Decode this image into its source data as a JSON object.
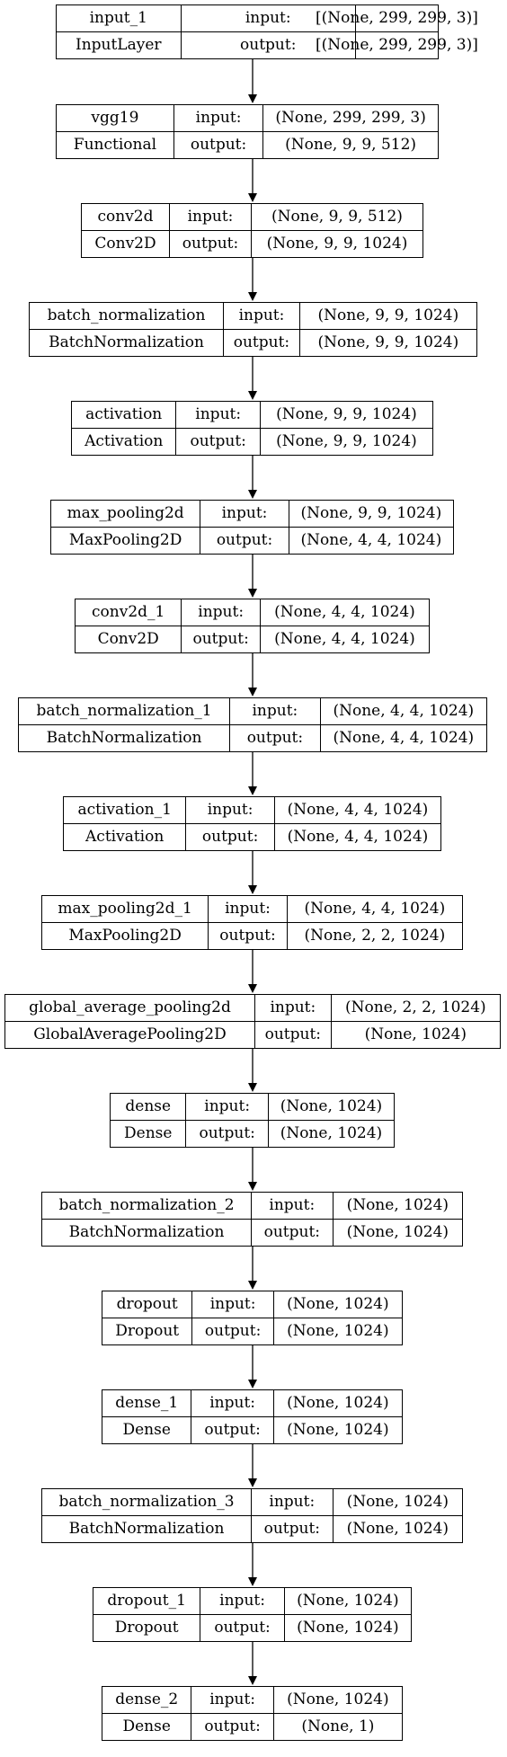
{
  "labels": {
    "input": "input:",
    "output": "output:"
  },
  "layers": [
    {
      "name": "input_1",
      "type": "InputLayer",
      "input": "[(None, 299, 299, 3)]",
      "output": "[(None, 299, 299, 3)]"
    },
    {
      "name": "vgg19",
      "type": "Functional",
      "input": "(None, 299, 299, 3)",
      "output": "(None, 9, 9, 512)"
    },
    {
      "name": "conv2d",
      "type": "Conv2D",
      "input": "(None, 9, 9, 512)",
      "output": "(None, 9, 9, 1024)"
    },
    {
      "name": "batch_normalization",
      "type": "BatchNormalization",
      "input": "(None, 9, 9, 1024)",
      "output": "(None, 9, 9, 1024)"
    },
    {
      "name": "activation",
      "type": "Activation",
      "input": "(None, 9, 9, 1024)",
      "output": "(None, 9, 9, 1024)"
    },
    {
      "name": "max_pooling2d",
      "type": "MaxPooling2D",
      "input": "(None, 9, 9, 1024)",
      "output": "(None, 4, 4, 1024)"
    },
    {
      "name": "conv2d_1",
      "type": "Conv2D",
      "input": "(None, 4, 4, 1024)",
      "output": "(None, 4, 4, 1024)"
    },
    {
      "name": "batch_normalization_1",
      "type": "BatchNormalization",
      "input": "(None, 4, 4, 1024)",
      "output": "(None, 4, 4, 1024)"
    },
    {
      "name": "activation_1",
      "type": "Activation",
      "input": "(None, 4, 4, 1024)",
      "output": "(None, 4, 4, 1024)"
    },
    {
      "name": "max_pooling2d_1",
      "type": "MaxPooling2D",
      "input": "(None, 4, 4, 1024)",
      "output": "(None, 2, 2, 1024)"
    },
    {
      "name": "global_average_pooling2d",
      "type": "GlobalAveragePooling2D",
      "input": "(None, 2, 2, 1024)",
      "output": "(None, 1024)"
    },
    {
      "name": "dense",
      "type": "Dense",
      "input": "(None, 1024)",
      "output": "(None, 1024)"
    },
    {
      "name": "batch_normalization_2",
      "type": "BatchNormalization",
      "input": "(None, 1024)",
      "output": "(None, 1024)"
    },
    {
      "name": "dropout",
      "type": "Dropout",
      "input": "(None, 1024)",
      "output": "(None, 1024)"
    },
    {
      "name": "dense_1",
      "type": "Dense",
      "input": "(None, 1024)",
      "output": "(None, 1024)"
    },
    {
      "name": "batch_normalization_3",
      "type": "BatchNormalization",
      "input": "(None, 1024)",
      "output": "(None, 1024)"
    },
    {
      "name": "dropout_1",
      "type": "Dropout",
      "input": "(None, 1024)",
      "output": "(None, 1024)"
    },
    {
      "name": "dense_2",
      "type": "Dense",
      "input": "(None, 1024)",
      "output": "(None, 1)"
    }
  ]
}
